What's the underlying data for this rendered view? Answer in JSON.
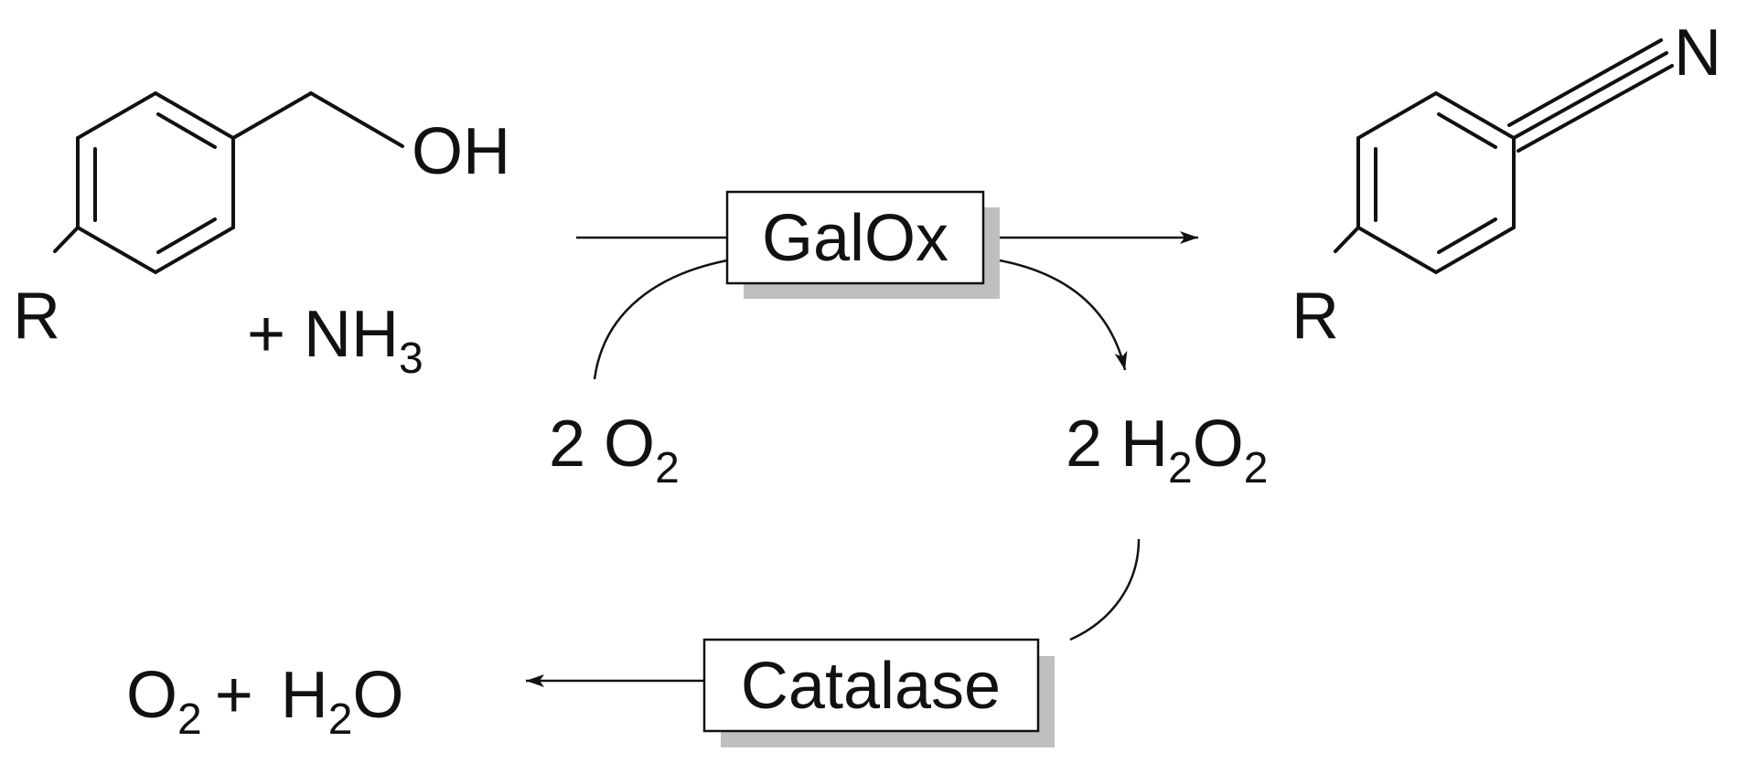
{
  "reactant": {
    "hydroxyl": "OH",
    "substituent": "R",
    "coreagent_prefix": "+ NH",
    "coreagent_sub": "3"
  },
  "product": {
    "nitrile_atom": "N",
    "substituent": "R"
  },
  "oxidation": {
    "enzyme": "GalOx",
    "oxygen_coeff": "2 O",
    "oxygen_sub": "2",
    "peroxide_coeff": "2 H",
    "peroxide_sub1": "2",
    "peroxide_mid": "O",
    "peroxide_sub2": "2"
  },
  "decomposition": {
    "enzyme": "Catalase",
    "o2": "O",
    "o2_sub": "2",
    "plus": "+",
    "water_h": "H",
    "water_sub": "2",
    "water_o": "O"
  }
}
